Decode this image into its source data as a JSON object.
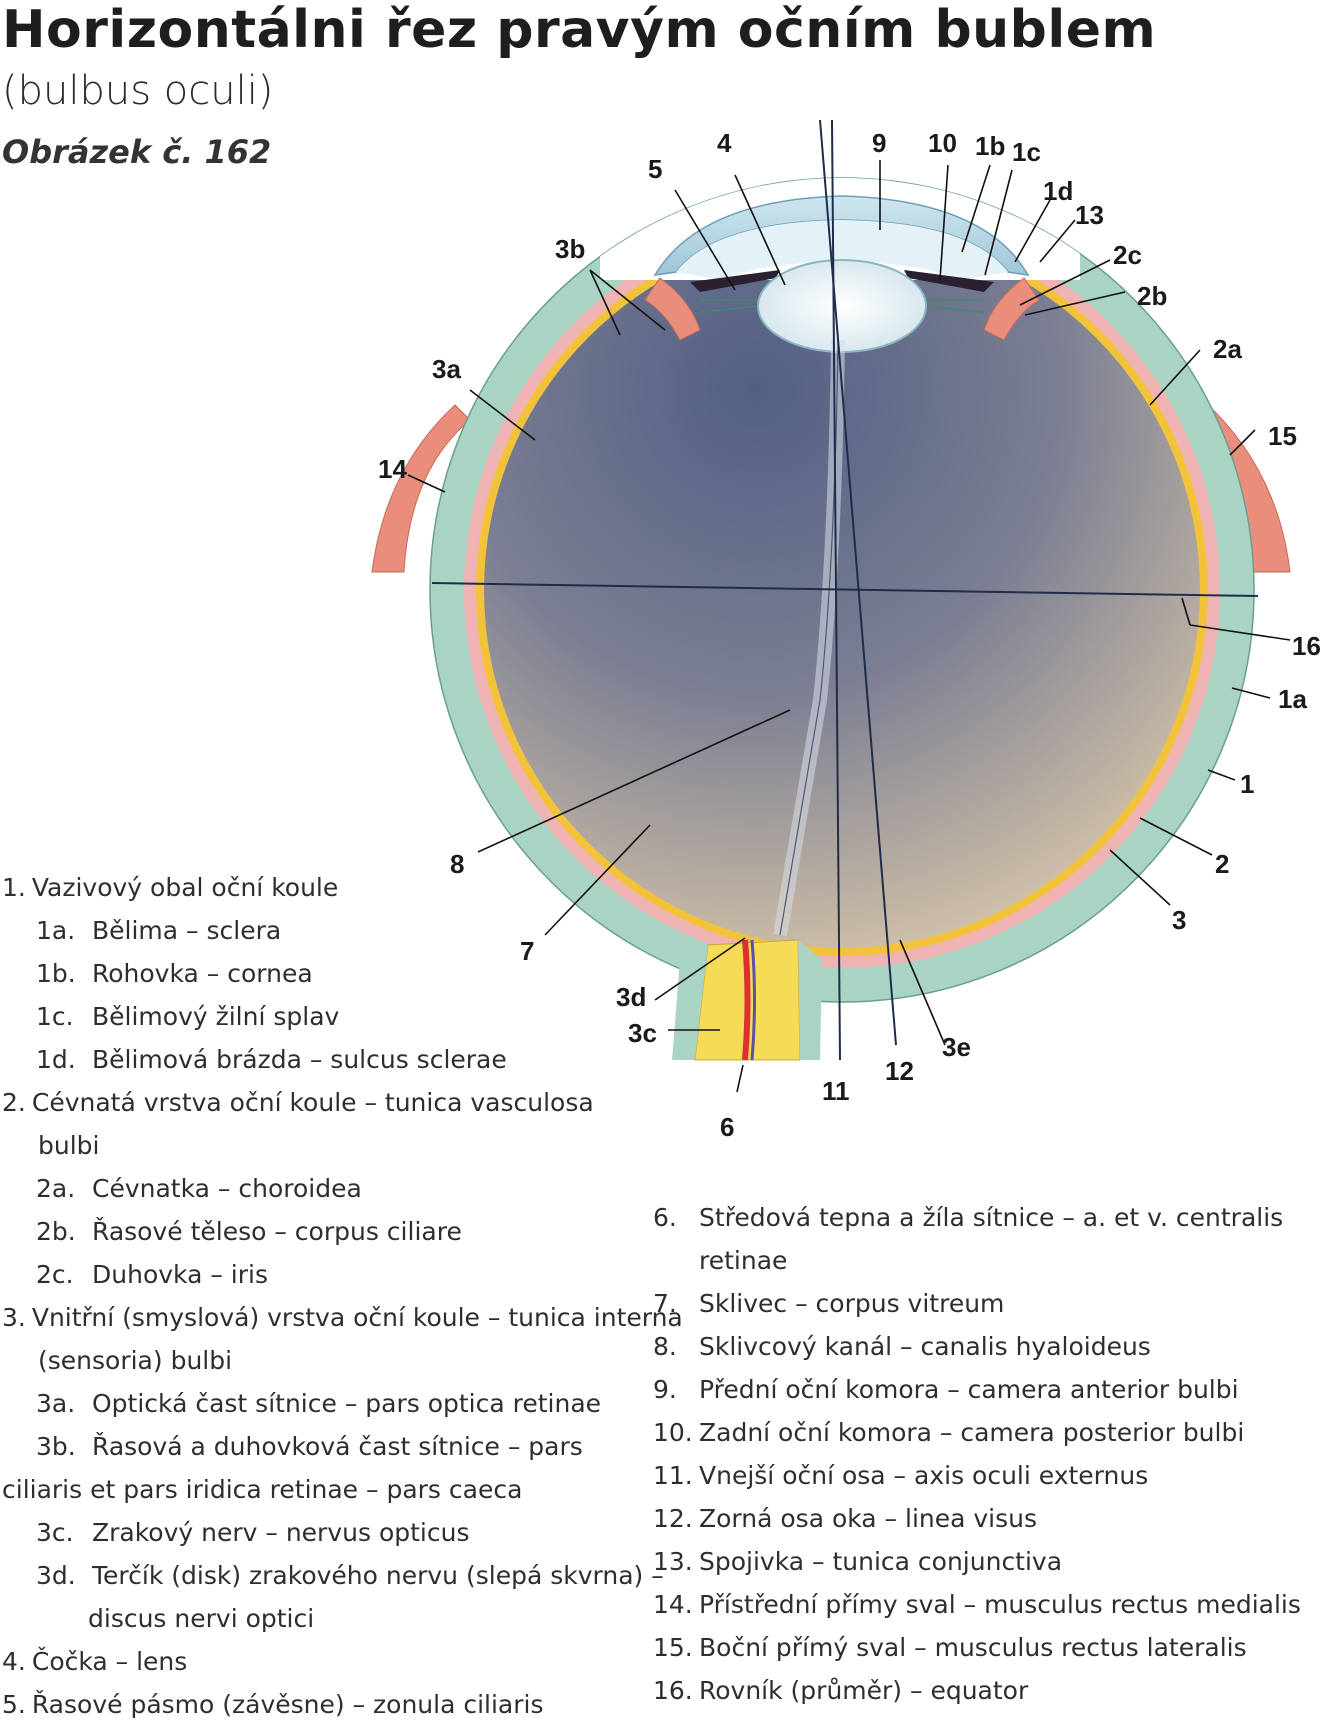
{
  "header": {
    "title": "Horizontálni řez pravým očním bublem",
    "subtitle": "(bulbus oculi)",
    "figure_number": "Obrázek č. 162"
  },
  "diagram_labels": {
    "l1": "1",
    "l1a": "1a",
    "l1b": "1b",
    "l1c": "1c",
    "l1d": "1d",
    "l2": "2",
    "l2a": "2a",
    "l2b": "2b",
    "l2c": "2c",
    "l3": "3",
    "l3a": "3a",
    "l3b": "3b",
    "l3c": "3c",
    "l3d": "3d",
    "l3e": "3e",
    "l4": "4",
    "l5": "5",
    "l6": "6",
    "l7": "7",
    "l8": "8",
    "l9": "9",
    "l10": "10",
    "l11": "11",
    "l12": "12",
    "l13": "13",
    "l14": "14",
    "l15": "15",
    "l16": "16"
  },
  "legend_left": [
    {
      "num": "1.",
      "text": "Vazivový obal oční koule"
    },
    {
      "num": "1a.",
      "text": "Bělima – sclera"
    },
    {
      "num": "1b.",
      "text": "Rohovka – cornea"
    },
    {
      "num": "1c.",
      "text": "Bělimový žilní splav"
    },
    {
      "num": "1d.",
      "text": "Bělimová brázda – sulcus sclerae"
    },
    {
      "num": "2.",
      "text": "Cévnatá vrstva oční koule – tunica vasculosa"
    },
    {
      "text": "bulbi"
    },
    {
      "num": "2a.",
      "text": "Cévnatka – choroidea"
    },
    {
      "num": "2b.",
      "text": "Řasové těleso – corpus ciliare"
    },
    {
      "num": "2c.",
      "text": "Duhovka – iris"
    },
    {
      "num": "3.",
      "text": "Vnitřní (smyslová) vrstva oční koule – tunica interna"
    },
    {
      "text": "(sensoria) bulbi"
    },
    {
      "num": "3a.",
      "text": "Optická čast sítnice – pars optica retinae"
    },
    {
      "num": "3b.",
      "text": "Řasová a duhovková čast sítnice – pars"
    },
    {
      "text": "ciliaris et pars iridica retinae – pars caeca"
    },
    {
      "num": "3c.",
      "text": "Zrakový nerv – nervus opticus"
    },
    {
      "num": "3d.",
      "text": "Terčík (disk) zrakového nervu (slepá skvrna) –"
    },
    {
      "text": "discus nervi optici"
    },
    {
      "num": "4.",
      "text": "Čočka – lens"
    },
    {
      "num": "5.",
      "text": "Řasové pásmo (závěsne) – zonula ciliaris"
    }
  ],
  "legend_right": [
    {
      "num": "6.",
      "text": "Středová tepna a žíla sítnice – a. et v. centralis"
    },
    {
      "text": "retinae"
    },
    {
      "num": "7.",
      "text": "Sklivec – corpus vitreum"
    },
    {
      "num": "8.",
      "text": "Sklivcový kanál – canalis hyaloideus"
    },
    {
      "num": "9.",
      "text": "Přední oční komora – camera anterior bulbi"
    },
    {
      "num": "10.",
      "text": "Zadní oční komora – camera posterior bulbi"
    },
    {
      "num": "11.",
      "text": "Vnejší oční osa – axis oculi externus"
    },
    {
      "num": "12.",
      "text": "Zorná osa oka – linea visus"
    },
    {
      "num": "13.",
      "text": "Spojivka – tunica conjunctiva"
    },
    {
      "num": "14.",
      "text": "Přístřední přímy sval – musculus rectus medialis"
    },
    {
      "num": "15.",
      "text": "Boční přímý sval – musculus rectus lateralis"
    },
    {
      "num": "16.",
      "text": "Rovník (průměr) – equator"
    }
  ],
  "colors": {
    "sclera": "#a9d3c3",
    "choroid": "#efb3b3",
    "retina": "#f2c23a",
    "vitreous_dark": "#5c6a8c",
    "vitreous_light": "#d6c7b0",
    "muscle": "#e98d7c",
    "nerve": "#f6dc56",
    "vessel": "#d8332f"
  }
}
